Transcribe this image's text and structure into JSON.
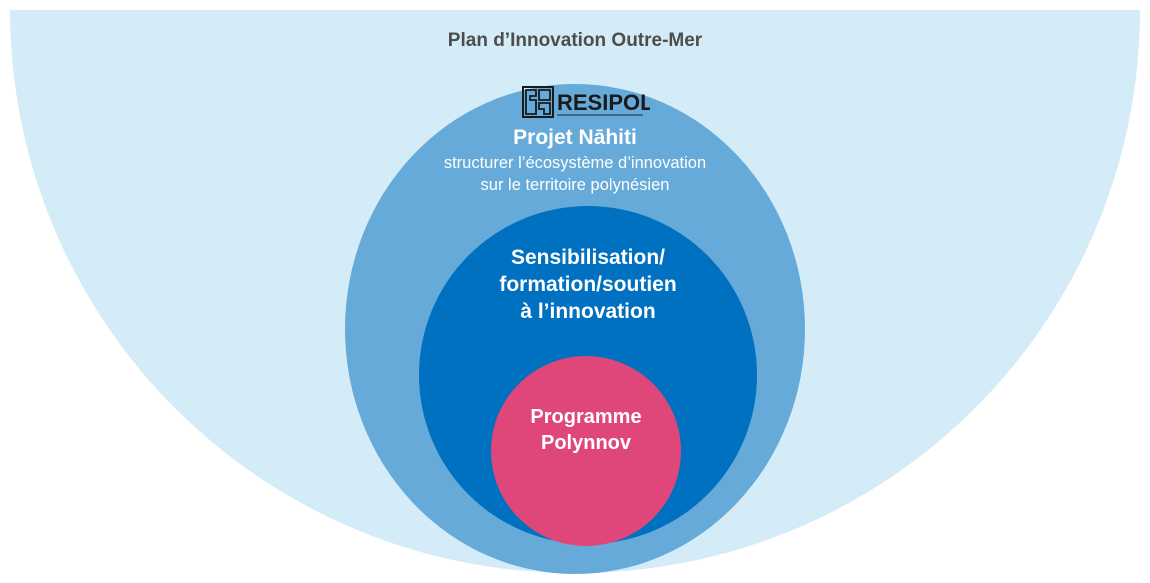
{
  "outer": {
    "title": "Plan d’Innovation Outre-Mer"
  },
  "project": {
    "logo_text": "RESIPOL",
    "title": "Projet Nāhiti",
    "subtitle_lines": [
      "structurer l’écosystème d’innovation",
      "sur le territoire polynésien"
    ]
  },
  "inner": {
    "label_lines": [
      "Sensibilisation/",
      "formation/soutien",
      "à l’innovation"
    ]
  },
  "core": {
    "label_lines": [
      "Programme",
      "Polynnov"
    ]
  },
  "colors": {
    "outer": "#d4ecf7",
    "project": "#65aad8",
    "inner": "#0070c0",
    "core": "#df4679",
    "outer_title": "#4d4d4d"
  }
}
